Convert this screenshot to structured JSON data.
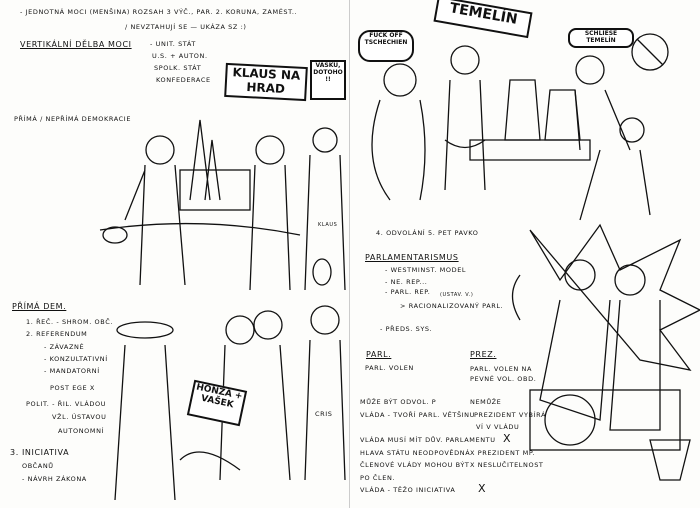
{
  "left_top": {
    "line1": "- Jednotná moci (menšina)   rozsah   3 výč., par. 2. koruna, zamést..",
    "line2": "/ nevztahují se — ukáza  sz :)",
    "vertical_title": "Vertikální dělba moci",
    "vertical_items": [
      "- unit. stát",
      "u.s. + auton.",
      "spolk. stát",
      "konfederace"
    ],
    "democracy": "přímá / nepřímá  demokracie"
  },
  "left_signs": {
    "klaus": "KLAUS NA HRAD",
    "vasku": "VAŠKU, DOTOHO !!",
    "shirt": "KLAUS"
  },
  "left_bottom": {
    "title": "Přímá dem.",
    "items": [
      "1. Řeč.  - shrom. obč.",
      "2. Referendum",
      "- závazné",
      "- konzultativní",
      "- mandatorní",
      "post ege X",
      "polit. - řil. vládou",
      "vžl. ústavou",
      "autonomní",
      "3. Iniciativa",
      "občanů",
      "- návrh zákona"
    ],
    "sign": "HONZA + VAŠEK",
    "shirt": "CRIS"
  },
  "right_signs": {
    "temelin": "TEMELÍN",
    "fuck": "FUCK OFF TSCHECHIEN",
    "schliesse": "SCHLIESE TEMELÍN"
  },
  "right_text": {
    "caption": "4. odvolání  5. PET  pavko",
    "parl_title": "Parlamentarismus",
    "parl_items": [
      "- westminst. model",
      "- ne. rep...",
      "- parl. rep.",
      "(ustav. v.)",
      "> racionalizovaný parl.",
      "- předs. sys."
    ],
    "col1_head": "Parl.",
    "col2_head": "Prez.",
    "col1": [
      "parl. volen",
      "může být odvol. P",
      "vláda - tvoří parl. většinu",
      "vláda musí mít dův. parlamentu",
      "hlava státu neodpovědná",
      "členové vlády mohou být",
      "po člen.",
      "vláda - těžo iniciativa"
    ],
    "col2": [
      "parl. volen na pevné vol. obd.",
      "nemůže",
      "prezident vybírá",
      "ví v vládu",
      "X",
      "X prezident mp.",
      "X neslučitelnost",
      "X"
    ]
  }
}
